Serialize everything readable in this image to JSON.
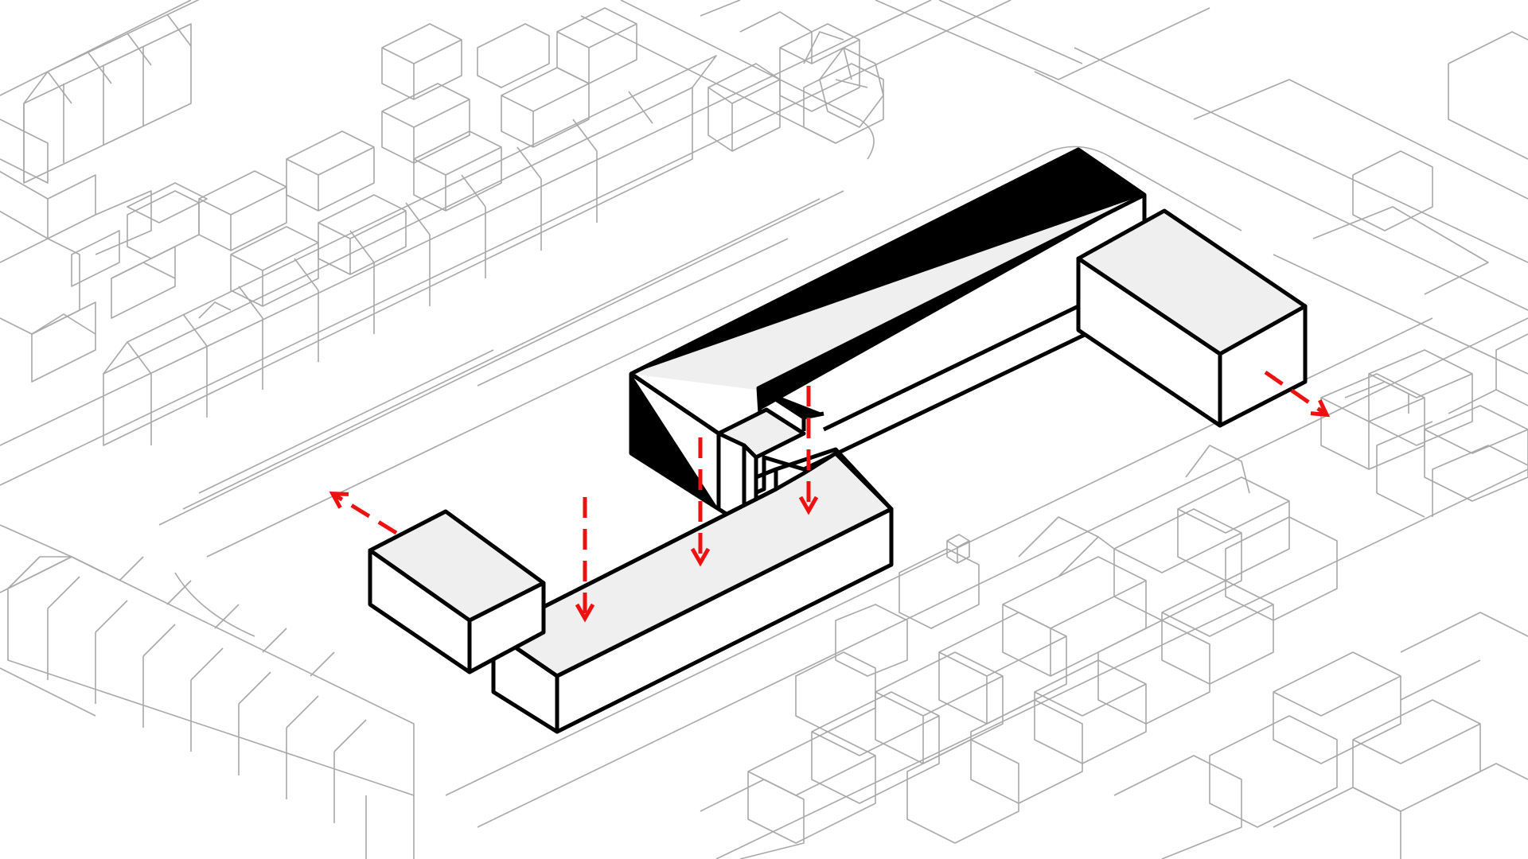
{
  "diagram": {
    "colors": {
      "background": "#ffffff",
      "context_line": "#a8a8a8",
      "massing_fill": "#efefef",
      "massing_side": "#ffffff",
      "massing_stroke": "#000000",
      "arrow": "#ee1111"
    },
    "massing_blocks": [
      {
        "id": "long-bar-rear"
      },
      {
        "id": "east-block"
      },
      {
        "id": "south-bar"
      },
      {
        "id": "west-block"
      },
      {
        "id": "connector"
      }
    ],
    "arrows": [
      {
        "id": "arrow-west",
        "direction": "outward"
      },
      {
        "id": "arrow-east",
        "direction": "outward"
      },
      {
        "id": "arrow-down-1",
        "direction": "down"
      },
      {
        "id": "arrow-down-2",
        "direction": "down"
      },
      {
        "id": "arrow-down-3",
        "direction": "down"
      }
    ]
  }
}
